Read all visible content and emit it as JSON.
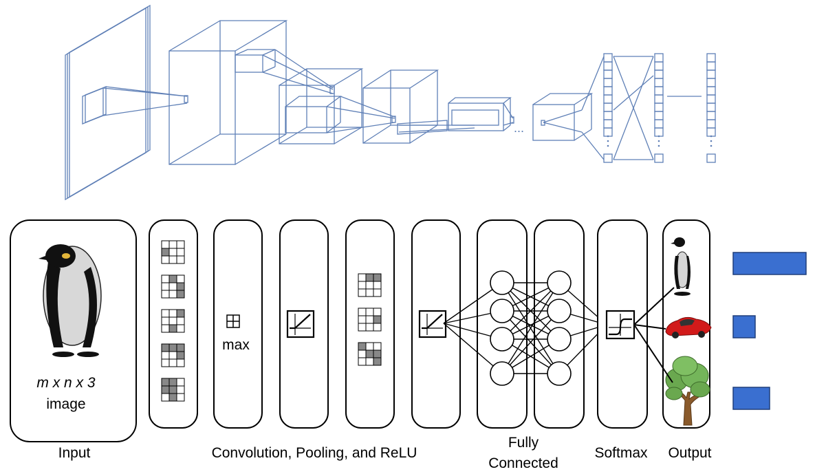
{
  "stage_labels": {
    "input": "Input",
    "conv": "Convolution, Pooling, and ReLU",
    "fc_line1": "Fully",
    "fc_line2": "Connected",
    "softmax": "Softmax",
    "output": "Output"
  },
  "input_block": {
    "dims": "m x n x 3",
    "caption": "image"
  },
  "pooling_block": {
    "label": "max"
  },
  "ellipsis": "...",
  "outputs": [
    {
      "icon": "penguin-icon",
      "score": 1.0
    },
    {
      "icon": "car-icon",
      "score": 0.3
    },
    {
      "icon": "tree-icon",
      "score": 0.5
    }
  ],
  "colors": {
    "cube_line": "#5e7fb6",
    "score_bar": "#3a6fd0",
    "score_bar_border": "#1f3f7a"
  }
}
